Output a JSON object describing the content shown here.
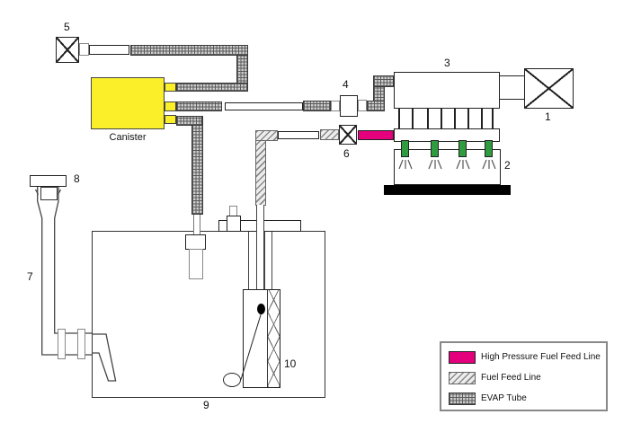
{
  "canister": {
    "label": "Canister"
  },
  "callouts": {
    "c1": "1",
    "c2": "2",
    "c3": "3",
    "c4": "4",
    "c5": "5",
    "c6": "6",
    "c7": "7",
    "c8": "8",
    "c9": "9",
    "c10": "10"
  },
  "legend": {
    "items": [
      {
        "label": "High Pressure Fuel Feed Line",
        "swatch": "high-pressure-fuel-feed-line"
      },
      {
        "label": "Fuel Feed Line",
        "swatch": "fuel-feed-line"
      },
      {
        "label": "EVAP Tube",
        "swatch": "evap-tube"
      }
    ]
  },
  "colors": {
    "high_pressure": "#E4007C",
    "canister_yellow": "#FBEF2A",
    "injector_green": "#2F9C3F"
  }
}
